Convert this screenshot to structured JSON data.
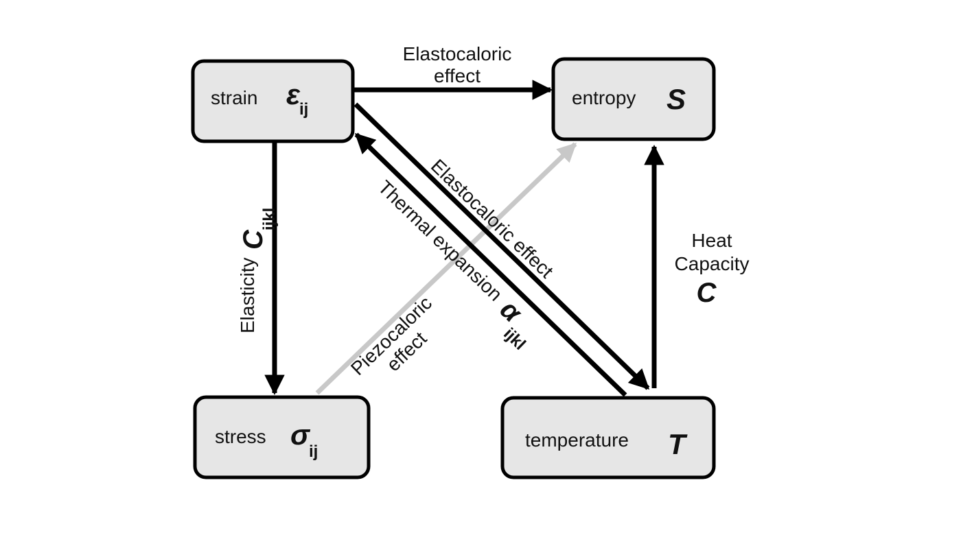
{
  "colors": {
    "node_fill": "#e6e6e6",
    "stroke": "#000000",
    "grey_arrow": "#c8c8c8"
  },
  "nodes": {
    "strain": {
      "word": "strain",
      "symbol": "ε",
      "subscript": "ij"
    },
    "entropy": {
      "word": "entropy",
      "symbol": "S",
      "subscript": ""
    },
    "stress": {
      "word": "stress",
      "symbol": "σ",
      "subscript": "ij"
    },
    "temperature": {
      "word": "temperature",
      "symbol": "T",
      "subscript": ""
    }
  },
  "edges": {
    "elastocaloric_top": {
      "line1": "Elastocaloric",
      "line2": "effect"
    },
    "elasticity": {
      "text": "Elasticity",
      "symbol": "C",
      "subscript": "ijkl"
    },
    "elastocaloric_diag": {
      "text": "Elastocaloric effect"
    },
    "thermal_expansion": {
      "text": "Thermal expansion",
      "symbol": "α",
      "subscript": "ijkl"
    },
    "piezocaloric": {
      "line1": "Piezocaloric",
      "line2": "effect"
    },
    "heat_capacity": {
      "line1": "Heat",
      "line2": "Capacity",
      "symbol": "C"
    }
  }
}
